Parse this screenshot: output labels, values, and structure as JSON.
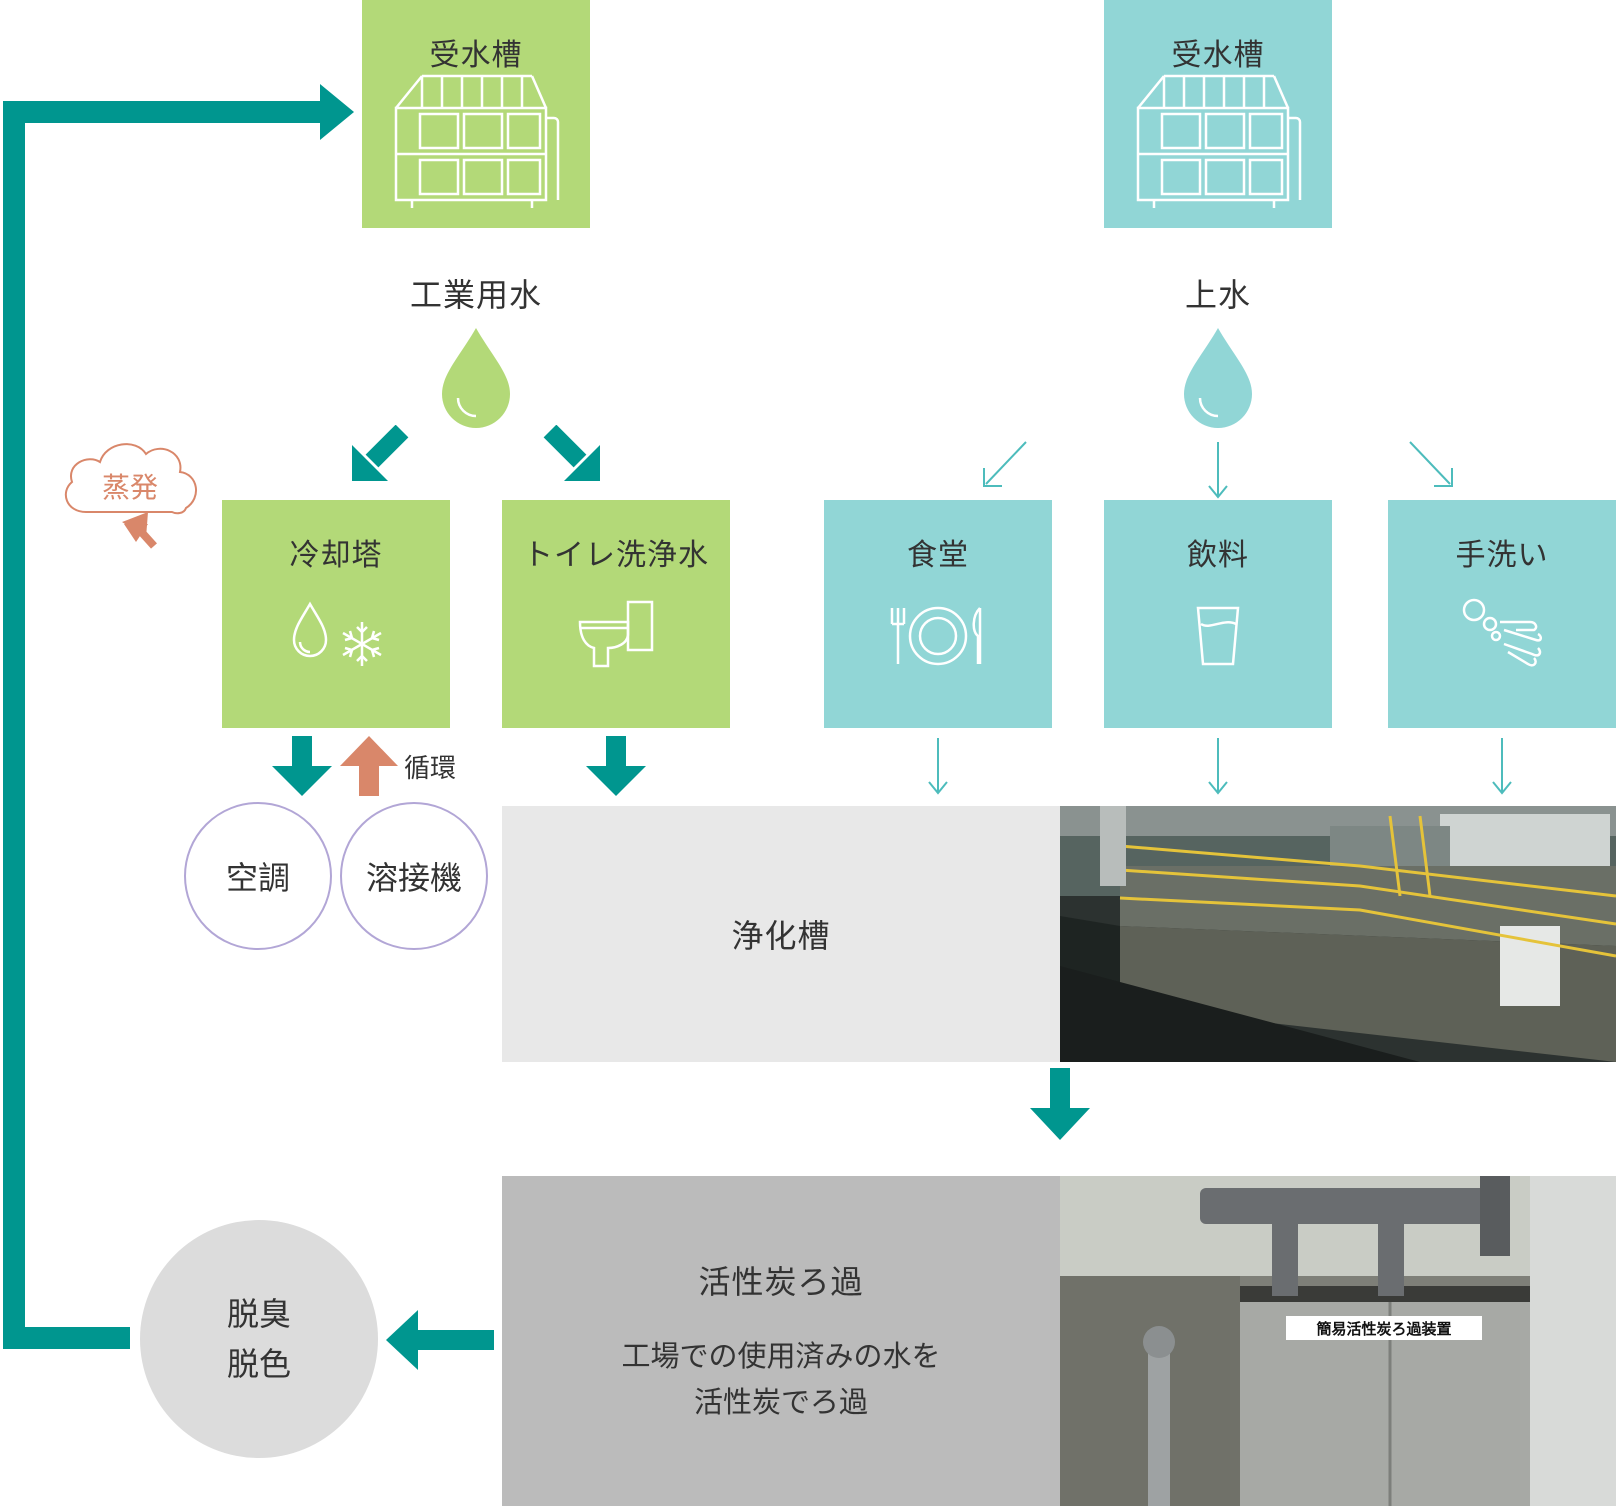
{
  "tanks": {
    "industrial_tank_label": "受水槽",
    "potable_tank_label": "受水槽"
  },
  "sources": {
    "industrial_label": "工業用水",
    "potable_label": "上水"
  },
  "uses": {
    "cooling_tower": "冷却塔",
    "toilet": "トイレ洗浄水",
    "cafeteria": "食堂",
    "drinks": "飲料",
    "handwash": "手洗い"
  },
  "evaporation_label": "蒸発",
  "circulation_label": "循環",
  "equipment": {
    "aircon": "空調",
    "welder": "溶接機"
  },
  "septic": {
    "title": "浄化槽"
  },
  "filter": {
    "title": "活性炭ろ過",
    "desc_line1": "工場での使用済みの水を",
    "desc_line2": "活性炭でろ過",
    "photo_sign": "簡易活性炭ろ過装置"
  },
  "deodorize": {
    "line1": "脱臭",
    "line2": "脱色"
  },
  "colors": {
    "green": "#b3d978",
    "teal_box": "#91d6d6",
    "dark_teal_arrow": "#00968f",
    "light_teal_arrow": "#4dbcbc",
    "orange": "#d9876a",
    "outline_purple": "#b2a6d6"
  }
}
